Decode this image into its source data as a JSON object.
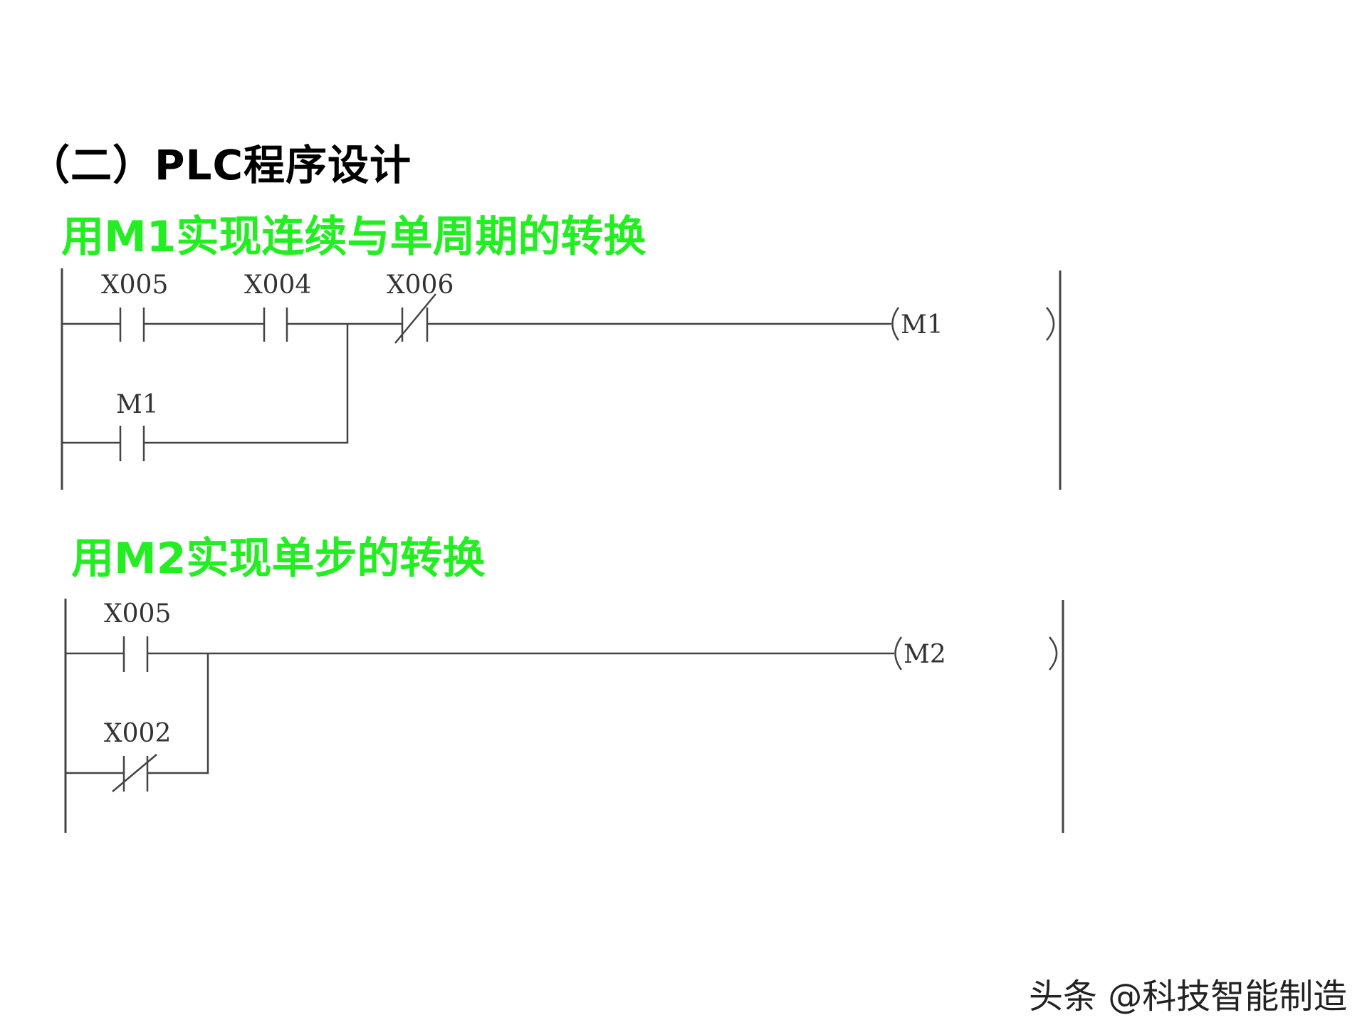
{
  "title": "（二）PLC程序设计",
  "section1": {
    "heading": "用M1实现连续与单周期的转换",
    "contacts": [
      {
        "label": "X005",
        "type": "NO"
      },
      {
        "label": "X004",
        "type": "NO"
      },
      {
        "label": "X006",
        "type": "NC"
      },
      {
        "label": "M1",
        "type": "NO"
      }
    ],
    "coil": "M1"
  },
  "section2": {
    "heading": "用M2实现单步的转换",
    "contacts": [
      {
        "label": "X005",
        "type": "NO"
      },
      {
        "label": "X002",
        "type": "NC"
      }
    ],
    "coil": "M2"
  },
  "watermark": "头条 @科技智能制造"
}
